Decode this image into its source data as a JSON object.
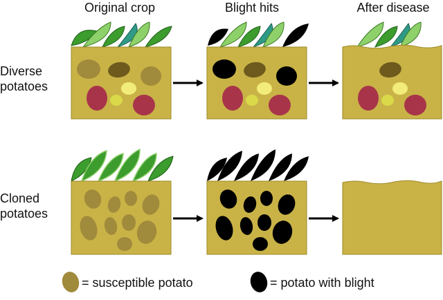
{
  "columns": [
    "Original crop",
    "Blight hits",
    "After disease"
  ],
  "rows": [
    {
      "line1": "Diverse",
      "line2": "potatoes"
    },
    {
      "line1": "Cloned",
      "line2": "potatoes"
    }
  ],
  "legend": {
    "susceptible": "= susceptible potato",
    "blight": "= potato with blight"
  },
  "colors": {
    "soil": "#c9b347",
    "soil_edge": "#9c8a2a",
    "leaf_green": "#3c9c2e",
    "leaf_light": "#8ed06a",
    "leaf_teal": "#2f9a86",
    "potato_susceptible": "#a08a3b",
    "potato_dark": "#6e5a1c",
    "potato_red": "#a8344a",
    "potato_yellow": "#f2ec7a",
    "potato_lime": "#d9d94a",
    "blight": "#000000",
    "arrow": "#000000"
  }
}
